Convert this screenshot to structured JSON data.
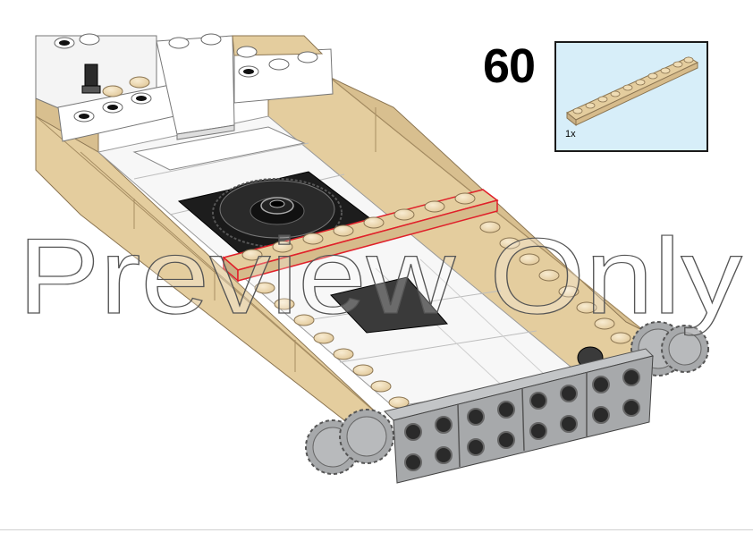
{
  "step": {
    "number": "60"
  },
  "parts_list": [
    {
      "quantity": "1x",
      "part": "tan-plate-1x10",
      "color": "#e4cd9e"
    }
  ],
  "watermark": {
    "text": "Preview Only"
  },
  "colors": {
    "tan": "#e4cd9e",
    "tan_dark": "#c9b085",
    "white": "#f7f7f7",
    "light_gray": "#a7a9ab",
    "black": "#1a1a1a",
    "highlight": "#e0202a",
    "parts_box_bg": "#d7eef9"
  }
}
